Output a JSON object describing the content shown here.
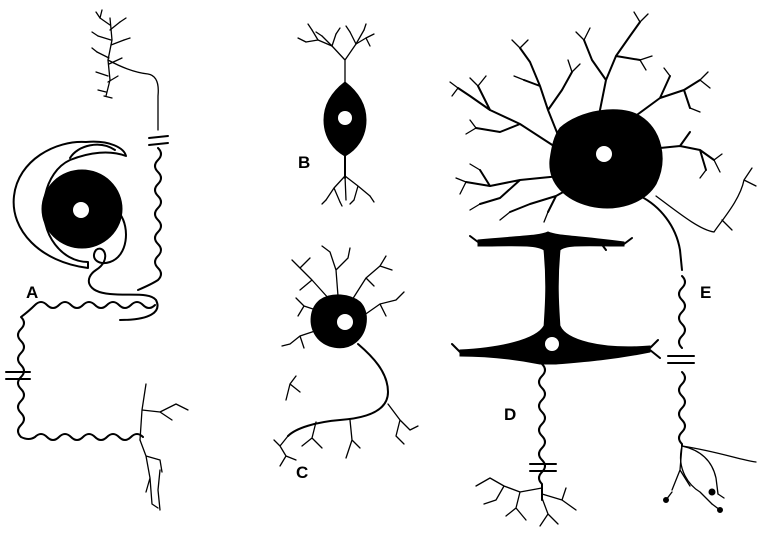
{
  "labels": {
    "a": "A",
    "b": "B",
    "c": "C",
    "d": "D",
    "e": "E"
  },
  "colors": {
    "ink": "#000000",
    "background": "#ffffff"
  }
}
